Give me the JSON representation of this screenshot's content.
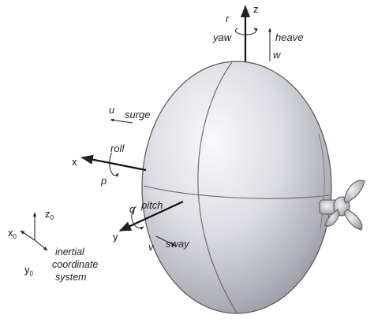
{
  "body_axes": {
    "z": "z",
    "x": "x",
    "y": "y"
  },
  "motions": {
    "yaw": "yaw",
    "r": "r",
    "heave": "heave",
    "w": "w",
    "surge": "surge",
    "u": "u",
    "roll": "roll",
    "p": "p",
    "pitch": "pitch",
    "q": "q",
    "sway": "sway",
    "v": "v"
  },
  "inertial": {
    "z": "z",
    "x": "x",
    "y": "y",
    "subscript": "0",
    "caption_line1": "inertial",
    "caption_line2": "coordinate",
    "caption_line3": "system"
  },
  "colors": {
    "hull_light": "#f4f4f8",
    "hull_mid": "#c9c9d1",
    "hull_dark": "#8e8e98",
    "lines": "#222222"
  }
}
